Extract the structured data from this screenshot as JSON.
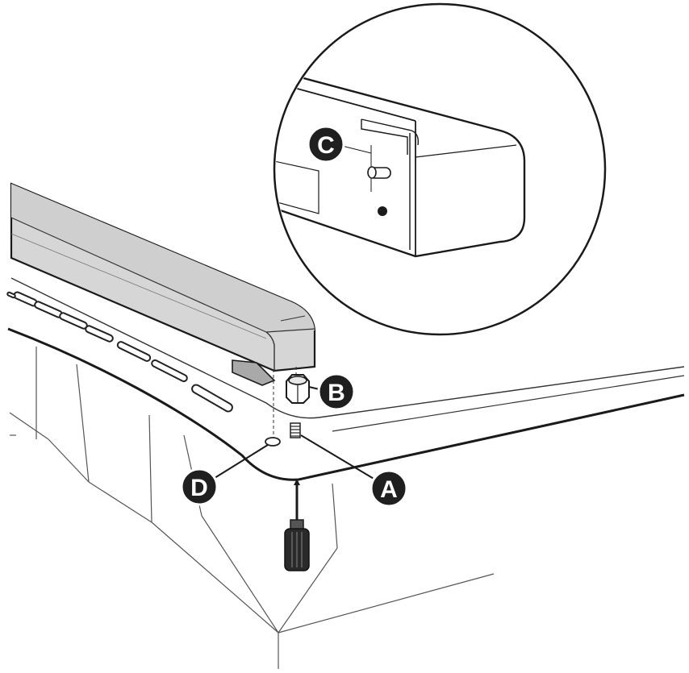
{
  "callouts": {
    "a": "A",
    "b": "B",
    "c": "C",
    "d": "D"
  },
  "colors": {
    "line": "#1a1a1a",
    "bar_fill": "#d6d6d6",
    "bar_dark": "#a9a9a9",
    "callout_fill": "#1f1f1f",
    "background": "#ffffff"
  },
  "icons": [
    "screwdriver-icon",
    "nut-icon",
    "screw-icon",
    "magnifier-circle"
  ]
}
